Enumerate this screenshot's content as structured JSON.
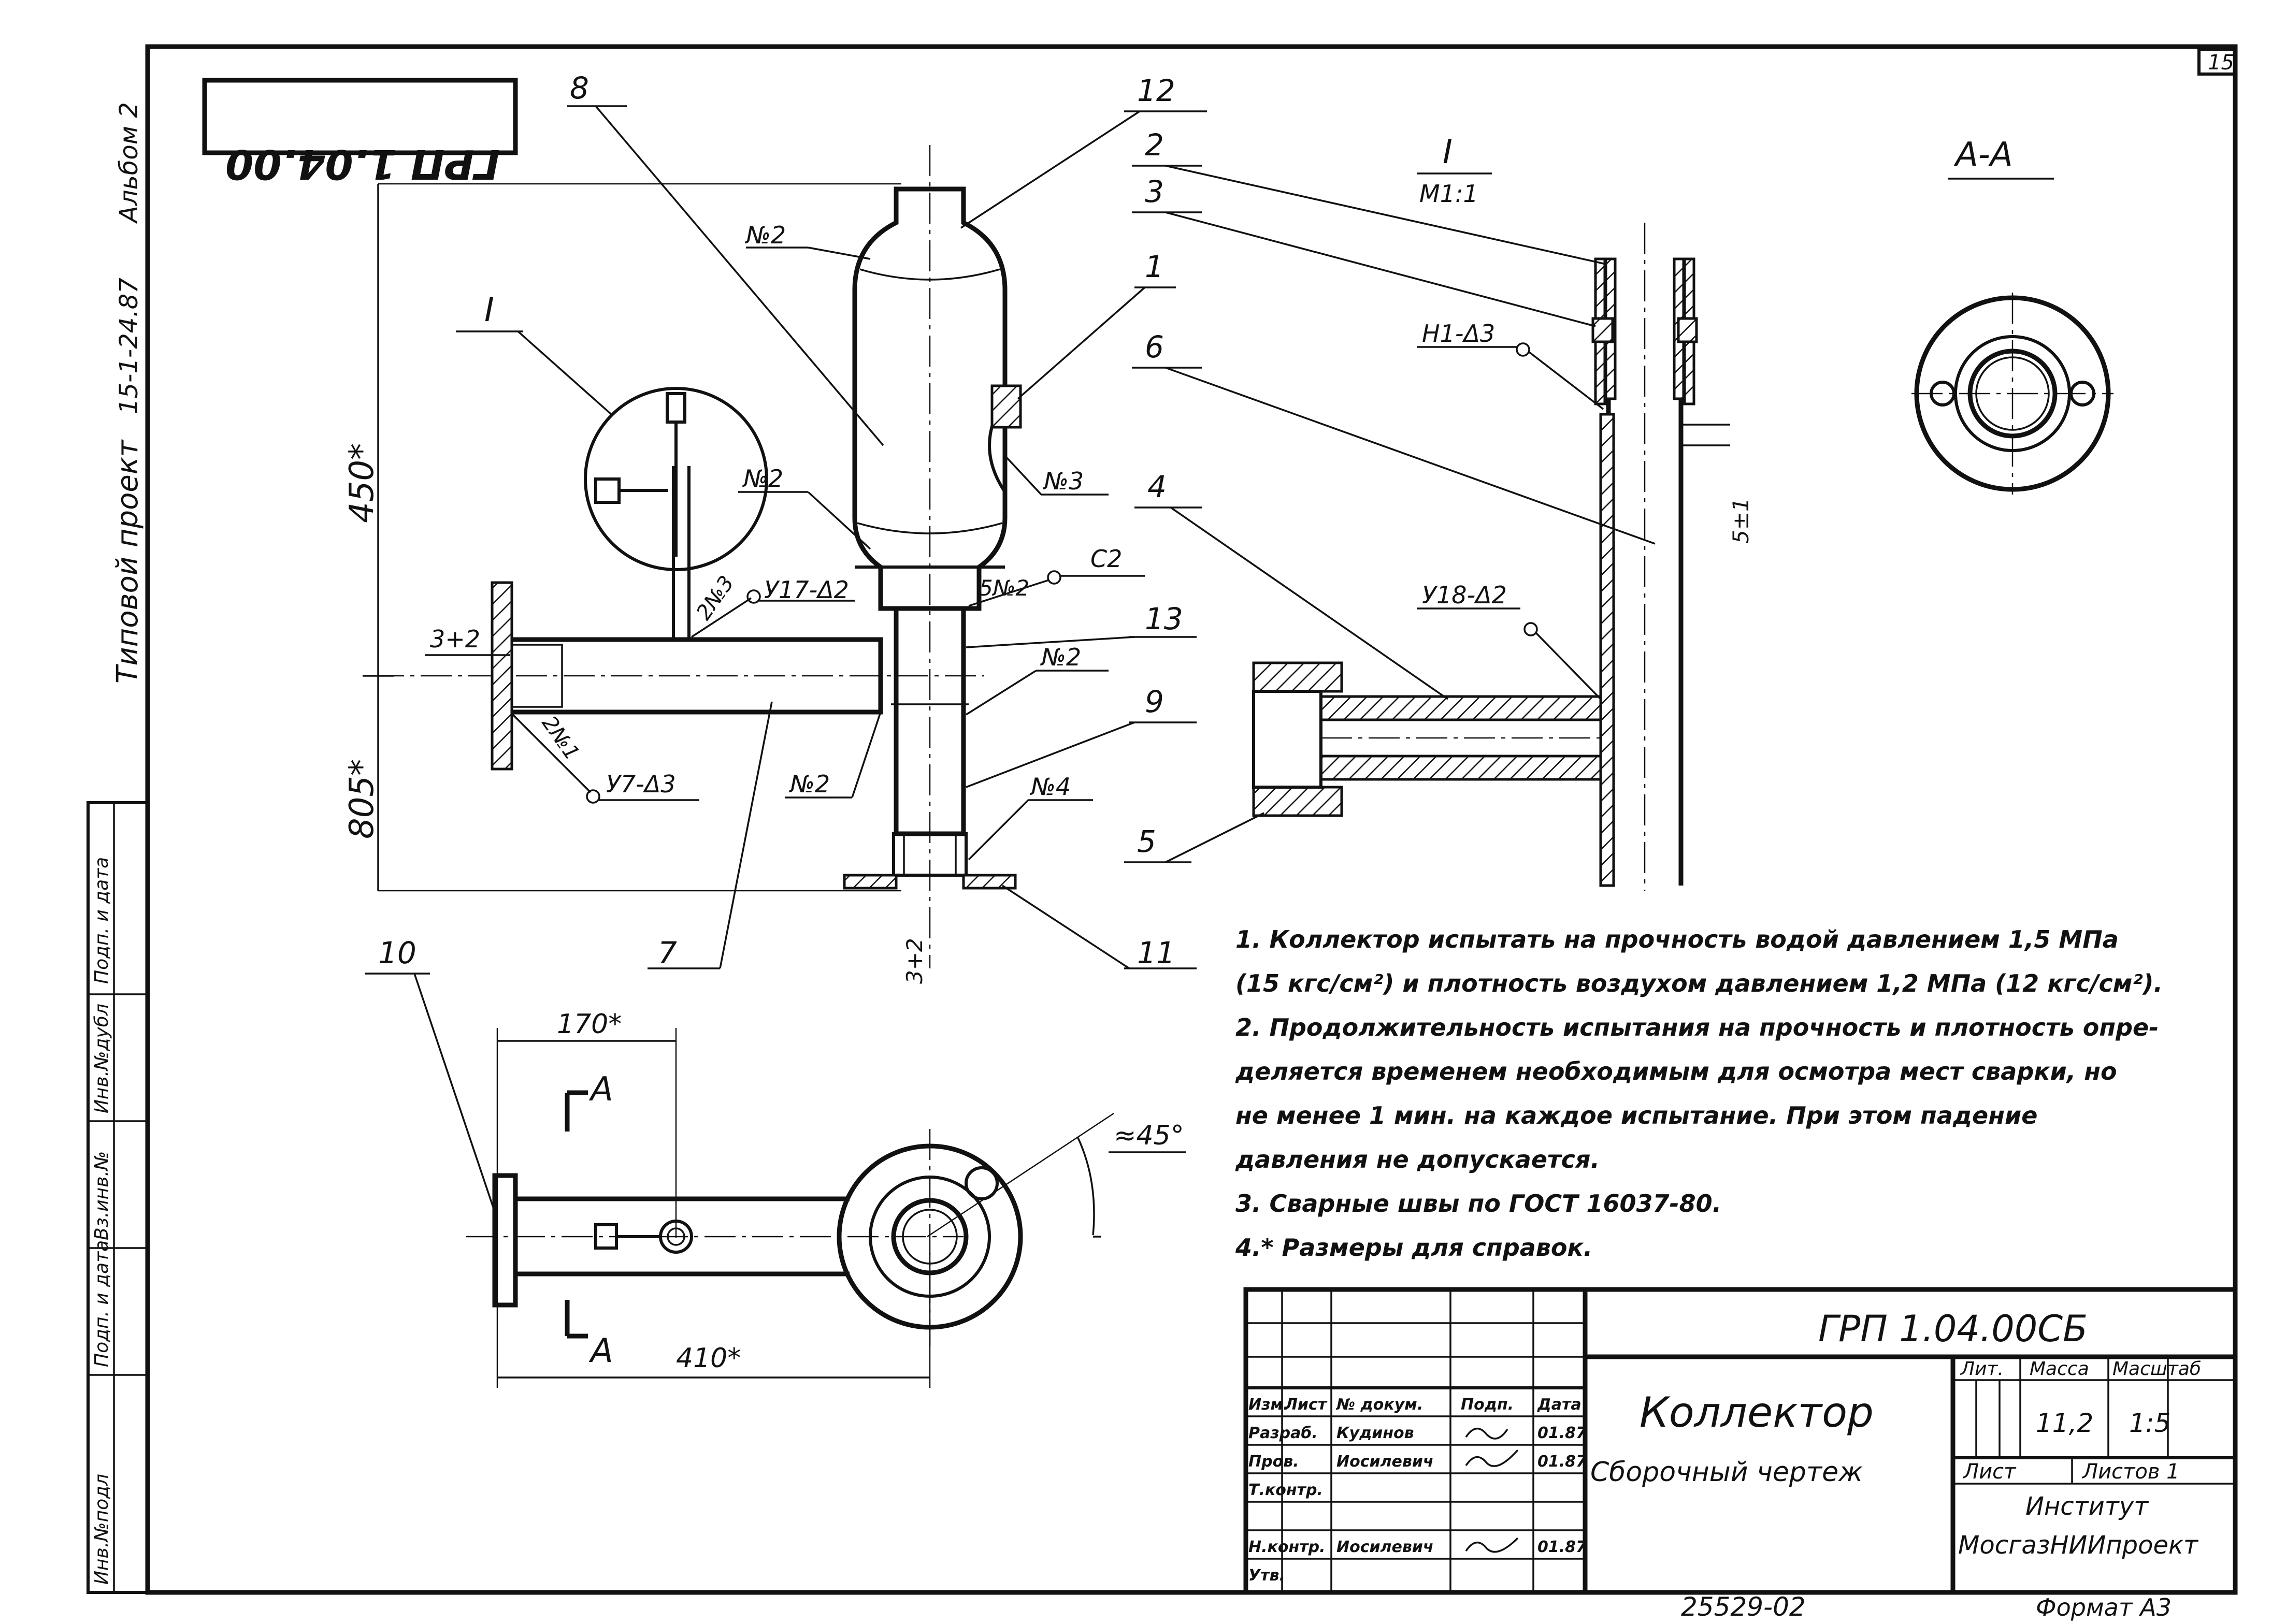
{
  "doc": {
    "stamp": "ГРП 1.04.00",
    "sheet_no": "15",
    "side_album": "Альбом 2",
    "side_date": "15-1-24.87",
    "side_project": "Типовой проект",
    "side_cells": [
      "Инв.№подл",
      "Подп. и дата",
      "Вз.инв.№",
      "Инв.№дубл",
      "Подп. и дата"
    ]
  },
  "callouts": [
    "1",
    "2",
    "3",
    "4",
    "5",
    "6",
    "7",
    "8",
    "9",
    "10",
    "11",
    "12",
    "13"
  ],
  "view_labels": {
    "detail": "I",
    "detail_scale": "М1:1",
    "section": "А-А",
    "cut_a": "А"
  },
  "weld_marks": {
    "n2": "№2",
    "n3": "№3",
    "n1": "2№1",
    "n3b": "2№3",
    "n2b": "5№2",
    "n4": "№4",
    "u17": "У17-Δ2",
    "u7": "У7-Δ3",
    "u18": "У18-Δ2",
    "h1": "Н1-Δ3",
    "c2": "С2"
  },
  "dims": {
    "d450": "450*",
    "d805": "805*",
    "d170": "170*",
    "d410": "410*",
    "d3a": "3+2",
    "d3b": "3+2",
    "d5": "5±1",
    "angle": "≈45°"
  },
  "notes": [
    "1. Коллектор испытать на прочность водой давлением 1,5 МПа",
    "(15 кгс/см²) и плотность воздухом давлением 1,2 МПа (12 кгс/см²).",
    "2. Продолжительность испытания на прочность и плотность опре-",
    "деляется временем  необходимым для осмотра мест сварки, но",
    "не   менее 1 мин. на каждое испытание. При этом падение",
    "давления  не  допускается.",
    "3. Сварные   швы  по ГОСТ 16037-80.",
    "4.* Размеры  для   справок."
  ],
  "title_block": {
    "code": "ГРП 1.04.00СБ",
    "name": "Коллектор",
    "subtitle": "Сборочный  чертеж",
    "lit_header": "Лит.",
    "mass_header": "Масса",
    "scale_header": "Масштаб",
    "mass": "11,2",
    "scale": "1:5",
    "sheet_header": "Лист",
    "sheets_header": "Листов 1",
    "institute_1": "Институт",
    "institute_2": "МосгазНИИпроект",
    "col_headers": [
      "Изм.",
      "Лист",
      "№ докум.",
      "Подп.",
      "Дата"
    ],
    "rows": [
      {
        "role": "Разраб.",
        "name": "Кудинов",
        "date": "01.87"
      },
      {
        "role": "Пров.",
        "name": "Иосилевич",
        "date": "01.87"
      },
      {
        "role": "Т.контр.",
        "name": "",
        "date": ""
      },
      {
        "role": "",
        "name": "",
        "date": ""
      },
      {
        "role": "Н.контр.",
        "name": "Иосилевич",
        "date": "01.87"
      },
      {
        "role": "Утв.",
        "name": "",
        "date": ""
      }
    ],
    "below_left": "25529-02",
    "below_right": "Формат А3"
  }
}
